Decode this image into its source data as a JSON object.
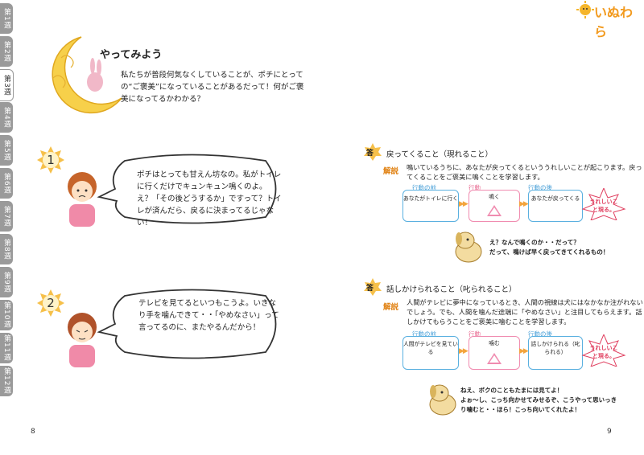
{
  "logo": {
    "text": "いぬわら"
  },
  "week_tabs": [
    {
      "label": "第1週",
      "active": false
    },
    {
      "label": "第2週",
      "active": false
    },
    {
      "label": "第3週",
      "active": true
    },
    {
      "label": "第4週",
      "active": false
    },
    {
      "label": "第5週",
      "active": false
    },
    {
      "label": "第6週",
      "active": false
    },
    {
      "label": "第7週",
      "active": false
    },
    {
      "label": "第8週",
      "active": false
    },
    {
      "label": "第9週",
      "active": false
    },
    {
      "label": "第10週",
      "active": false
    },
    {
      "label": "第11週",
      "active": false
    },
    {
      "label": "第12週",
      "active": false
    }
  ],
  "left_page": {
    "heading": "やってみよう",
    "intro": "私たちが普段何気なくしていることが、ポチにとっての“ご褒美”になっていることがあるだって！何がご褒美になってるかわかる？",
    "q1": {
      "number": "1",
      "text": "ポチはとっても甘えん坊なの。私がトイレに行くだけでキュンキュン鳴くのよ。え？「その後どうするか」ですって？トイレが済んだら、戻るに決まってるじゃない！"
    },
    "q2": {
      "number": "2",
      "text": "テレビを見てるといつもこうよ。いきなり手を噛んできて・・「やめなさい」って言ってるのに、またやるんだから！"
    },
    "page_number": "8"
  },
  "right_page": {
    "answer_badge": "答",
    "kaisetsu_label": "解説",
    "a1": {
      "title": "戻ってくること（現れること）",
      "explain": "鳴いているうちに、あなたが戻ってくるといううれしいことが起こります。戻ってくることをご褒美に鳴くことを学習します。",
      "before_label": "行動の前",
      "action_label": "行動",
      "after_label": "行動の後",
      "before": "あなたがトイレに行く",
      "action": "鳴く",
      "after": "あなたが戻ってくる",
      "stamp": "うれしいこと現る。",
      "dog_line1": "え？なんで鳴くのか・・だって？",
      "dog_line2": "だって、鳴けば早く戻ってきてくれるもの！"
    },
    "a2": {
      "title": "話しかけられること（叱られること）",
      "explain": "人間がテレビに夢中になっているとき、人間の視線は犬にはなかなか注がれないでしょう。でも、人間を噛んだ途端に「やめなさい」と注目してもらえます。話しかけてもらうことをご褒美に噛むことを学習します。",
      "before_label": "行動の前",
      "action_label": "行動",
      "after_label": "行動の後",
      "before": "人間がテレビを見ている",
      "action": "噛む",
      "after": "話しかけられる（叱られる）",
      "stamp": "うれしいこと現る。",
      "dog_line1": "ねえ、ボクのこともたまには見てよ！",
      "dog_line2": "よぉ～し、こっち向かせてみせるぞ、こうやって思いっきり噛むと・・ほら！こっち向いてくれたよ！"
    },
    "page_number": "9"
  },
  "colors": {
    "accent_orange": "#f3a43c",
    "blue": "#5ab0e0",
    "pink": "#f08cb0"
  }
}
